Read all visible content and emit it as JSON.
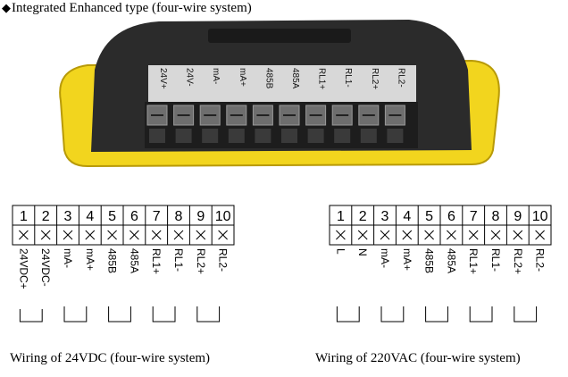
{
  "header": {
    "bullet": "◆",
    "title": "Integrated Enhanced type (four-wire system)"
  },
  "photo": {
    "terminal_labels": [
      "24V+",
      "24V-",
      "mA-",
      "mA+",
      "485B",
      "485A",
      "RL1+",
      "RL1-",
      "RL2+",
      "RL2-"
    ]
  },
  "diagram_24vdc": {
    "numbers": [
      "1",
      "2",
      "3",
      "4",
      "5",
      "6",
      "7",
      "8",
      "9",
      "10"
    ],
    "labels": [
      "24VDC+",
      "24VDC-",
      "mA-",
      "mA+",
      "485B",
      "485A",
      "RL1+",
      "RL1-",
      "RL2+",
      "RL2-"
    ],
    "caption": "Wiring of 24VDC (four-wire system)"
  },
  "diagram_220vac": {
    "numbers": [
      "1",
      "2",
      "3",
      "4",
      "5",
      "6",
      "7",
      "8",
      "9",
      "10"
    ],
    "labels": [
      "L",
      "N",
      "mA-",
      "mA+",
      "485B",
      "485A",
      "RL1+",
      "RL1-",
      "RL2+",
      "RL2-"
    ],
    "caption": "Wiring of 220VAC (four-wire system)"
  },
  "colors": {
    "housing_yellow": "#f2d51e",
    "housing_dark": "#2b2b2b",
    "label_strip": "#d8d8d8",
    "screw": "#6e6e6e"
  }
}
